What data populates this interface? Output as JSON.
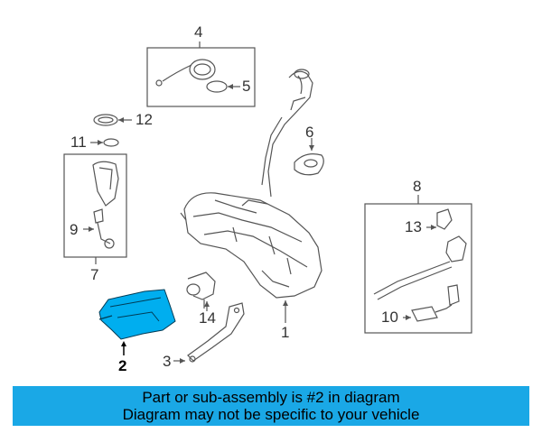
{
  "callouts": {
    "c1": "1",
    "c2": "2",
    "c3": "3",
    "c4": "4",
    "c5": "5",
    "c6": "6",
    "c7": "7",
    "c8": "8",
    "c9": "9",
    "c10": "10",
    "c11": "11",
    "c12": "12",
    "c13": "13",
    "c14": "14"
  },
  "banner": {
    "line1": "Part or sub-assembly is #2 in diagram",
    "line2": "Diagram may not be specific to your vehicle"
  },
  "colors": {
    "highlight": "#00aeef",
    "banner": "#1aa8e6",
    "line": "#555555"
  }
}
